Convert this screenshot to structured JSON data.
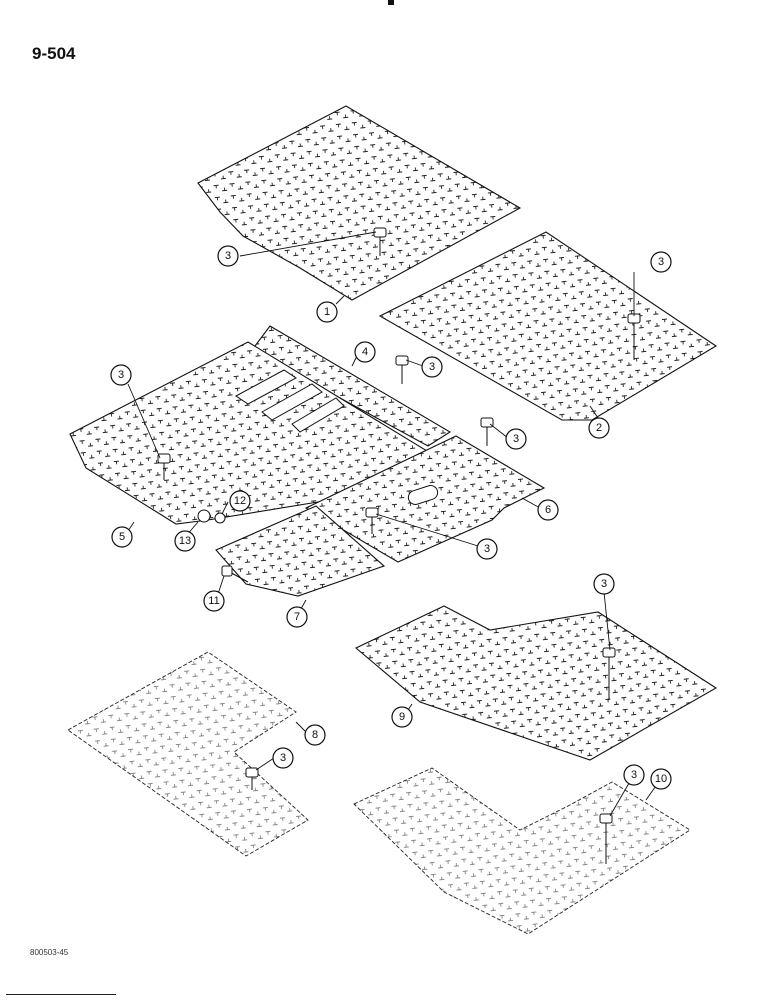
{
  "page_number": "9-504",
  "document_code": "800503-45",
  "callouts": {
    "c1": "1",
    "c2": "2",
    "c3a": "3",
    "c3b": "3",
    "c3c": "3",
    "c3d": "3",
    "c3e": "3",
    "c3f": "3",
    "c3g": "3",
    "c3h": "3",
    "c3i": "3",
    "c4": "4",
    "c5": "5",
    "c6": "6",
    "c7": "7",
    "c8": "8",
    "c9": "9",
    "c10": "10",
    "c11": "11",
    "c12": "12",
    "c13": "13"
  },
  "colors": {
    "ink": "#111111",
    "paper": "#ffffff"
  }
}
